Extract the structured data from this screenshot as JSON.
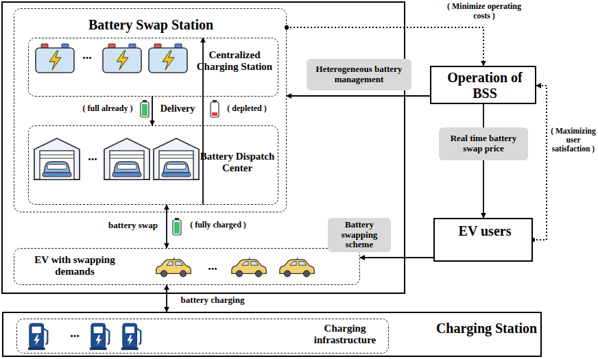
{
  "diagram": {
    "nodes": [
      {
        "text": [
          "Battery Swap Station"
        ]
      },
      {
        "text": [
          "Centralized Charging Station"
        ],
        "in": 0
      },
      {
        "text": [
          "Battery Dispatch Center"
        ],
        "in": 0
      },
      {
        "text": [
          "EV with swapping demands"
        ]
      },
      {
        "text": [
          "Operation of BSS"
        ]
      },
      {
        "text": [
          "EV users"
        ]
      },
      {
        "text": [
          "Charging Station"
        ]
      },
      {
        "text": [
          "Charging infrastructure"
        ],
        "in": 6
      }
    ],
    "edges": [
      {
        "from": 4,
        "to": 0,
        "arrow": "to",
        "label": "Heterogeneous battery management"
      },
      {
        "from": 4,
        "to": 5,
        "arrow": "to",
        "label": "Real time battery swap price"
      },
      {
        "from": 5,
        "to": 3,
        "arrow": "to",
        "label": "Battery swapping scheme"
      },
      {
        "from": 0,
        "to": 4,
        "arrow": "to",
        "label": "( Minimize operating costs )"
      },
      {
        "from": 5,
        "to": 4,
        "arrow": "to",
        "label": "( Maximizing user satisfaction )"
      },
      {
        "from": 1,
        "to": 2,
        "arrow": "to",
        "label": "( full already )"
      },
      {
        "from": 2,
        "to": 1,
        "arrow": "to",
        "label": "( depleted )"
      },
      {
        "from": 2,
        "to": 3,
        "arrow": "both",
        "label": "battery swap"
      },
      {
        "from": 3,
        "to": 6,
        "arrow": "both",
        "label": "battery charging"
      }
    ],
    "labels": [
      "...",
      "...",
      "...",
      "...",
      "Delivery",
      "( fully charged )"
    ]
  }
}
